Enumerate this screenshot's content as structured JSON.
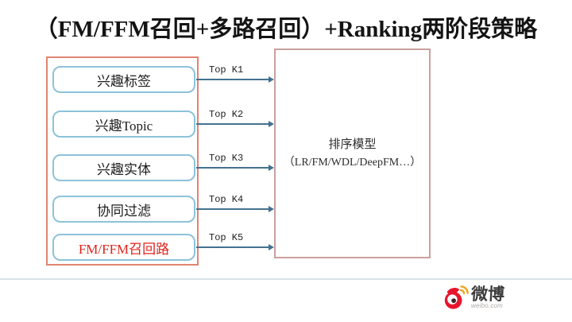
{
  "slide": {
    "title": "（FM/FFM召回+多路召回）+Ranking两阶段策略"
  },
  "diagram": {
    "recall_group": {
      "items": [
        {
          "label": "兴趣标签",
          "topk": "Top K1"
        },
        {
          "label": "兴趣Topic",
          "topk": "Top K2"
        },
        {
          "label": "兴趣实体",
          "topk": "Top K3"
        },
        {
          "label": "协同过滤",
          "topk": "Top K4"
        },
        {
          "label": "FM/FFM召回路",
          "topk": "Top K5"
        }
      ],
      "highlight_index": 4
    },
    "ranking_box": {
      "line1": "排序模型",
      "line2": "（LR/FM/WDL/DeepFM…）"
    }
  },
  "footer": {
    "logo": {
      "brand": "微博",
      "domain": "weibo.com"
    }
  },
  "colors": {
    "recall_container_border": "#e08573",
    "recall_box_border": "#8cc3da",
    "highlight_text": "#e0241b",
    "arrow": "#44718f",
    "ranking_box_border": "#c8a19d",
    "divider": "#d9e3ea",
    "logo_red": "#e6162d",
    "logo_orange": "#f7a21b"
  }
}
